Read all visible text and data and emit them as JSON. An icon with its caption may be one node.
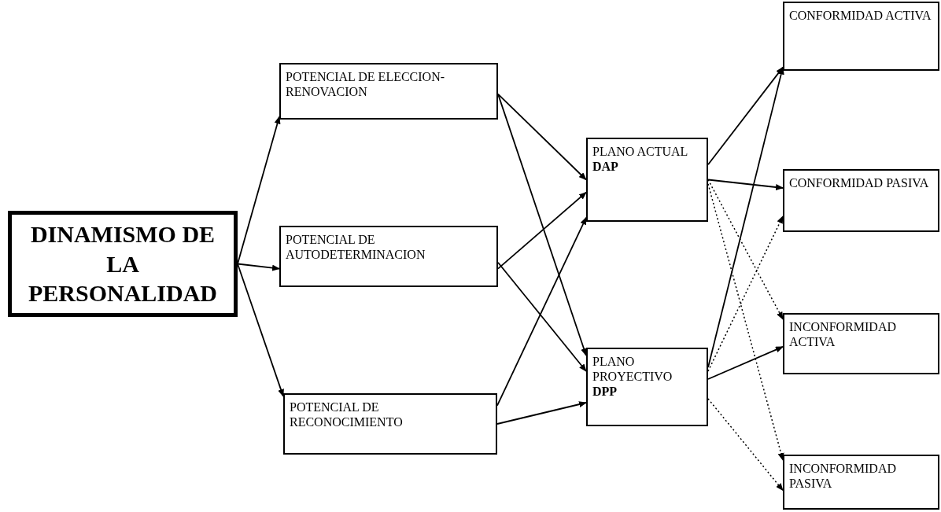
{
  "diagram": {
    "nodes": [
      {
        "text": [
          "DINAMISMO DE LA PERSONALIDAD"
        ]
      },
      {
        "text": [
          "POTENCIAL DE ELECCION-RENOVACION"
        ]
      },
      {
        "text": [
          "POTENCIAL DE AUTODETERMINACION"
        ]
      },
      {
        "text": [
          "POTENCIAL DE RECONOCIMIENTO"
        ]
      },
      {
        "text": [
          "PLANO ACTUAL",
          "DAP"
        ]
      },
      {
        "text": [
          "PLANO PROYECTIVO",
          "DPP"
        ]
      },
      {
        "text": [
          "CONFORMIDAD ACTIVA"
        ]
      },
      {
        "text": [
          "CONFORMIDAD PASIVA"
        ]
      },
      {
        "text": [
          "INCONFORMIDAD ACTIVA"
        ]
      },
      {
        "text": [
          "INCONFORMIDAD PASIVA"
        ]
      }
    ],
    "edges": [
      {
        "from": 0,
        "to": 1,
        "arrow": "to"
      },
      {
        "from": 0,
        "to": 2,
        "arrow": "to"
      },
      {
        "from": 0,
        "to": 3,
        "arrow": "to"
      },
      {
        "from": 1,
        "to": 4,
        "arrow": "to"
      },
      {
        "from": 1,
        "to": 5,
        "arrow": "to"
      },
      {
        "from": 2,
        "to": 4,
        "arrow": "to"
      },
      {
        "from": 2,
        "to": 5,
        "arrow": "to"
      },
      {
        "from": 3,
        "to": 4,
        "arrow": "to"
      },
      {
        "from": 3,
        "to": 5,
        "arrow": "to"
      },
      {
        "from": 4,
        "to": 6,
        "arrow": "to"
      },
      {
        "from": 4,
        "to": 7,
        "arrow": "to"
      },
      {
        "from": 4,
        "to": 8,
        "arrow": "to",
        "style": "dashed"
      },
      {
        "from": 4,
        "to": 9,
        "arrow": "to",
        "style": "dashed"
      },
      {
        "from": 5,
        "to": 6,
        "arrow": "to"
      },
      {
        "from": 5,
        "to": 7,
        "arrow": "to",
        "style": "dashed"
      },
      {
        "from": 5,
        "to": 8,
        "arrow": "to"
      },
      {
        "from": 5,
        "to": 9,
        "arrow": "to",
        "style": "dashed"
      }
    ]
  }
}
